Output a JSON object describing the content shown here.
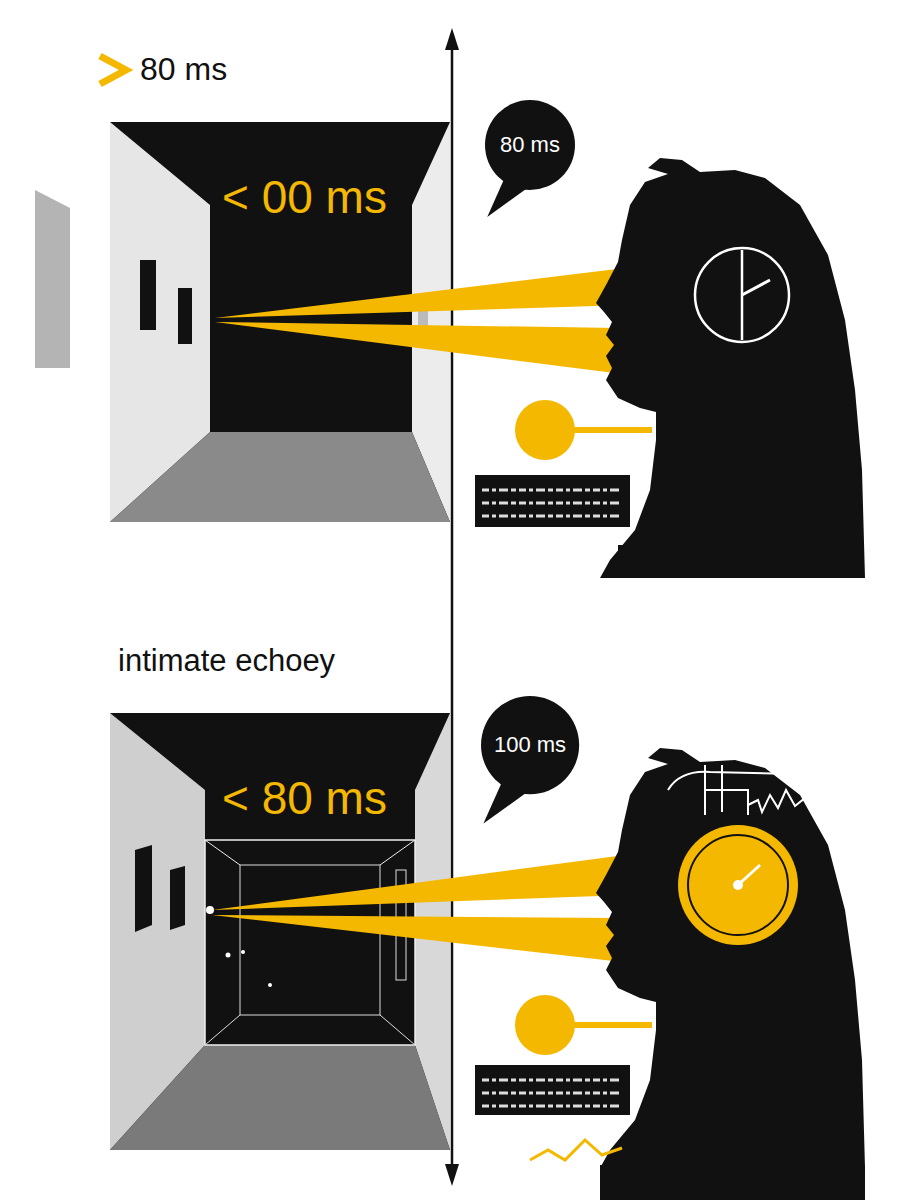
{
  "diagram": {
    "nodes": [
      {
        "text": [
          "80 ms"
        ]
      },
      {
        "text": [
          "100 ms"
        ]
      }
    ],
    "labels": [
      "80 ms",
      "< 00 ms",
      "intimate echoey",
      "< 80 ms"
    ]
  }
}
